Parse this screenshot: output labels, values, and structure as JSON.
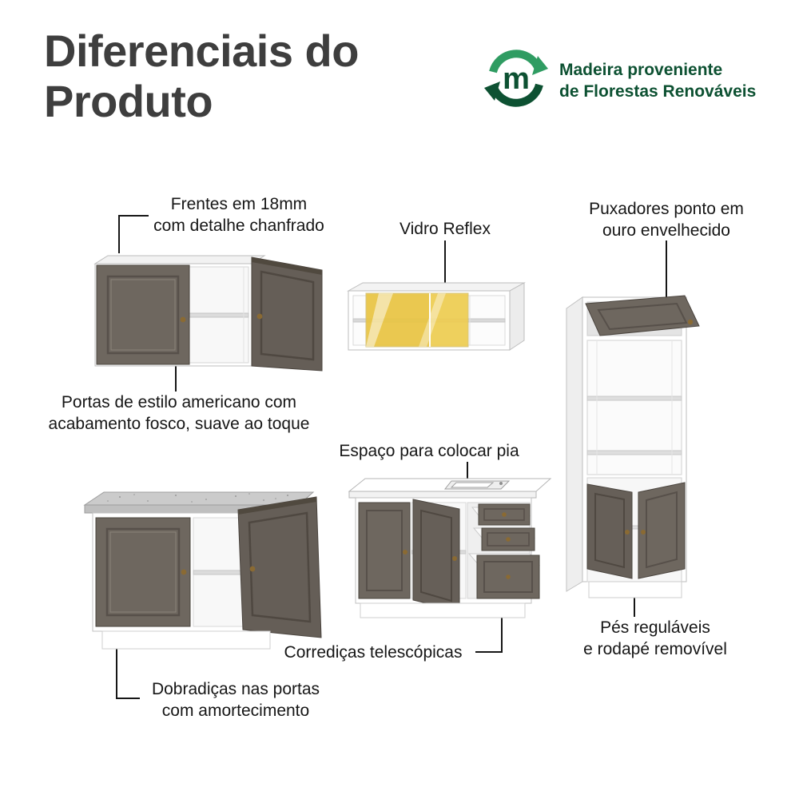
{
  "title": "Diferenciais do\nProduto",
  "eco_badge": {
    "logo_letter": "m",
    "text": "Madeira proveniente\nde Florestas Renováveis"
  },
  "callouts": {
    "front_panels": "Frentes em 18mm\ncom detalhe chanfrado",
    "glass": "Vidro Reflex",
    "handles": "Puxadores ponto em\nouro envelhecido",
    "doors_finish": "Portas de estilo americano com\nacabamento fosco, suave ao toque",
    "sink_space": "Espaço para colocar pia",
    "drawer_slides": "Corrediças telescópicas",
    "feet": "Pés reguláveis\ne rodapé removível",
    "hinges": "Dobradiças nas portas\ncom amortecimento"
  },
  "colors": {
    "title_text": "#3e3e3e",
    "callout_text": "#161616",
    "eco_green_dark": "#0d5132",
    "eco_green_light": "#2f9c62",
    "door_grafite": "#6e675f",
    "knob_gold": "#8a6a33",
    "glass_gold": "#e9c544",
    "countertop_gray": "#cbcbcb"
  }
}
